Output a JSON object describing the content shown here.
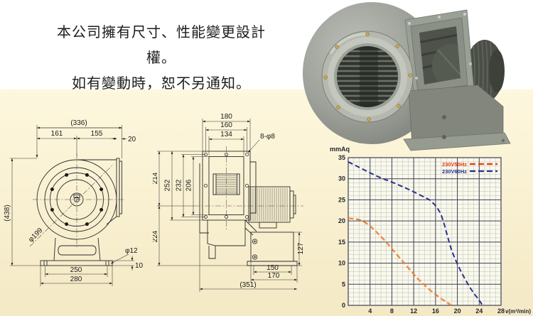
{
  "colors": {
    "page_top_bg": "#ffffff",
    "page_bottom_bg": "#f4e9c5",
    "series_50hz": "#e8380d",
    "series_50hz_core": "#ffd24a",
    "series_60hz": "#283191",
    "grid_minor": "#9fb6ad",
    "grid_major": "#3c4254",
    "plot_bg": "#fbf8ec",
    "drawing_line": "#2b2b2b"
  },
  "notice": {
    "line1": "本公司擁有尺寸、性能變更設計權。",
    "line2": "如有變動時，恕不另通知。"
  },
  "front_view": {
    "overall_width": "(336)",
    "left_width": "161",
    "right_width": "155",
    "flange_depth": "20",
    "overall_height": "(438)",
    "inlet_diameter": "φ199",
    "base_hole_span": "250",
    "base_width": "280",
    "foot_hole": "φ12",
    "base_thickness": "10"
  },
  "side_view": {
    "flange_width": "180",
    "bolt_span_h": "160",
    "outlet_width": "134",
    "bolt_callout": "8-φ8",
    "top_to_axis": "214",
    "flange_height": "252",
    "bolt_span_v": "232",
    "outlet_height": "206",
    "axis_to_base": "224",
    "base_height": "127",
    "foot_span": "150",
    "base_length": "170",
    "overall_length": "(351)"
  },
  "chart_data": {
    "type": "line",
    "title": "",
    "ylabel": "mmAq",
    "xlabel": "v(m³/min)",
    "xlim": [
      0,
      28
    ],
    "ylim": [
      0,
      35
    ],
    "x_minor": 1,
    "y_minor": 1,
    "x_major": 4,
    "y_major": 5,
    "x_ticks": [
      4,
      8,
      12,
      16,
      20,
      24,
      28
    ],
    "y_ticks": [
      0,
      5,
      10,
      15,
      20,
      25,
      30,
      35
    ],
    "grid": true,
    "legend_position": "top-right",
    "series": [
      {
        "name": "230V50Hz",
        "color": "#e8380d",
        "style": "dashed",
        "points": [
          [
            0,
            20.6
          ],
          [
            1,
            20.5
          ],
          [
            2,
            20.3
          ],
          [
            3,
            19.7
          ],
          [
            4,
            18.8
          ],
          [
            5,
            17.6
          ],
          [
            6,
            16.3
          ],
          [
            7,
            14.9
          ],
          [
            8,
            13.4
          ],
          [
            9,
            11.9
          ],
          [
            10,
            10.4
          ],
          [
            11,
            8.9
          ],
          [
            12,
            7.4
          ],
          [
            13,
            6.0
          ],
          [
            14,
            4.8
          ],
          [
            15,
            3.6
          ],
          [
            16,
            2.6
          ],
          [
            17,
            1.6
          ],
          [
            18,
            0.8
          ],
          [
            18.9,
            0
          ]
        ]
      },
      {
        "name": "230V60Hz",
        "color": "#283191",
        "style": "dashed",
        "points": [
          [
            0,
            34
          ],
          [
            2,
            32.7
          ],
          [
            4,
            31.4
          ],
          [
            6,
            30.2
          ],
          [
            8,
            29.2
          ],
          [
            10,
            28.1
          ],
          [
            12,
            26.9
          ],
          [
            14,
            25.6
          ],
          [
            15,
            24.9
          ],
          [
            16,
            23.6
          ],
          [
            16.5,
            22.7
          ],
          [
            17,
            21.5
          ],
          [
            17.5,
            19.6
          ],
          [
            18,
            17.3
          ],
          [
            18.5,
            15.0
          ],
          [
            19,
            12.9
          ],
          [
            20,
            9.8
          ],
          [
            21,
            7.2
          ],
          [
            22,
            4.9
          ],
          [
            23,
            2.9
          ],
          [
            24,
            1.2
          ],
          [
            24.6,
            0
          ]
        ]
      }
    ]
  }
}
